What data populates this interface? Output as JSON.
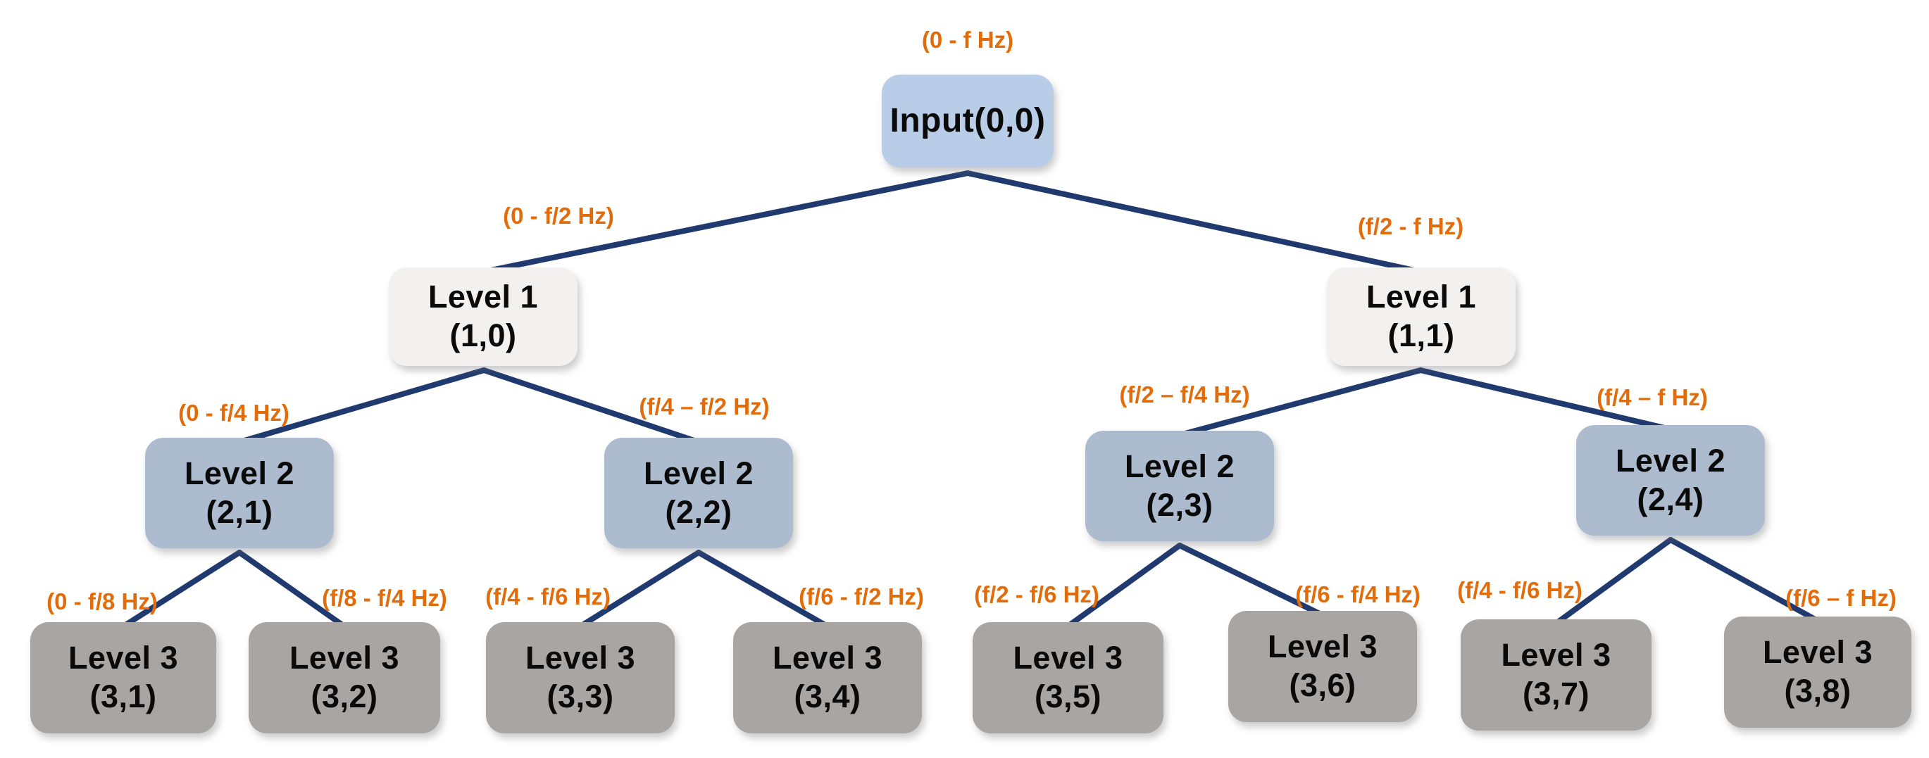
{
  "figure": {
    "kind": "binary-decomposition-tree",
    "colors": {
      "edge": "#203a70",
      "freq_label": "#e36c0a",
      "root_fill": "#b9cde8",
      "level1_fill": "#f2f1f0",
      "level2_fill": "#adbbce",
      "level3_fill": "#a9a5a2",
      "node_text": "#0a0a0a",
      "background": "#ffffff"
    }
  },
  "nodes": {
    "root": {
      "title": "Input(0,0)",
      "freq": "(0 - f Hz)"
    },
    "n10": {
      "title": "Level 1",
      "sub": "(1,0)",
      "freq": "(0 - f/2 Hz)"
    },
    "n11": {
      "title": "Level 1",
      "sub": "(1,1)",
      "freq": "(f/2 - f Hz)"
    },
    "n21": {
      "title": "Level 2",
      "sub": "(2,1)",
      "freq": "(0 - f/4 Hz)"
    },
    "n22": {
      "title": "Level 2",
      "sub": "(2,2)",
      "freq": "(f/4 – f/2 Hz)"
    },
    "n23": {
      "title": "Level 2",
      "sub": "(2,3)",
      "freq": "(f/2 – f/4 Hz)"
    },
    "n24": {
      "title": "Level 2",
      "sub": "(2,4)",
      "freq": "(f/4 – f Hz)"
    },
    "n31": {
      "title": "Level 3",
      "sub": "(3,1)",
      "freq": "(0 - f/8 Hz)"
    },
    "n32": {
      "title": "Level 3",
      "sub": "(3,2)",
      "freq": "(f/8 - f/4 Hz)"
    },
    "n33": {
      "title": "Level 3",
      "sub": "(3,3)",
      "freq": "(f/4 - f/6 Hz)"
    },
    "n34": {
      "title": "Level 3",
      "sub": "(3,4)",
      "freq": "(f/6 - f/2 Hz)"
    },
    "n35": {
      "title": "Level 3",
      "sub": "(3,5)",
      "freq": "(f/2 - f/6 Hz)"
    },
    "n36": {
      "title": "Level 3",
      "sub": "(3,6)",
      "freq": "(f/6 - f/4 Hz)"
    },
    "n37": {
      "title": "Level 3",
      "sub": "(3,7)",
      "freq": "(f/4 - f/6 Hz)"
    },
    "n38": {
      "title": "Level 3",
      "sub": "(3,8)",
      "freq": "(f/6 – f Hz)"
    }
  }
}
